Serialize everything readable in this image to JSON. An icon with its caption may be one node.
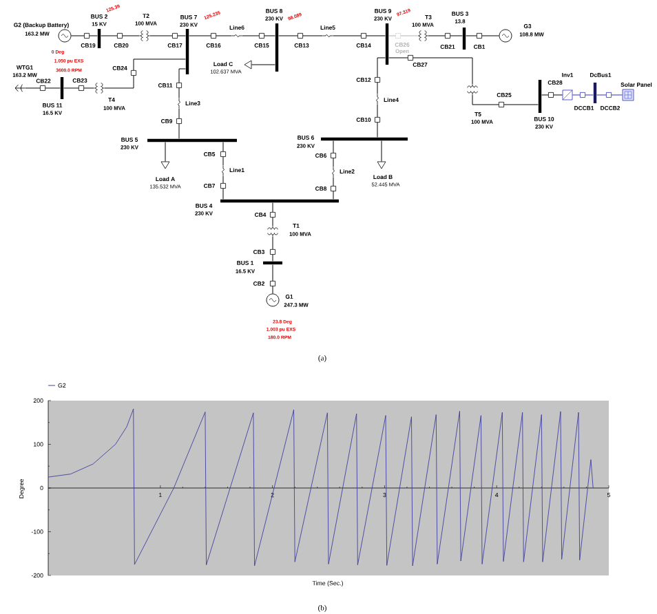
{
  "diagram": {
    "nodes": [
      {
        "text": [
          "G2 (Backup Battery)",
          "163.2 MW"
        ]
      },
      {
        "text": [
          "CB19"
        ]
      },
      {
        "text": [
          "BUS 2",
          "15 KV"
        ]
      },
      {
        "text": [
          "CB20"
        ]
      },
      {
        "text": [
          "T2",
          "100 MVA"
        ]
      },
      {
        "text": [
          "CB17"
        ]
      },
      {
        "text": [
          "BUS 7",
          "230 KV"
        ]
      },
      {
        "text": [
          "CB16"
        ]
      },
      {
        "text": [
          "Line6"
        ]
      },
      {
        "text": [
          "CB15"
        ]
      },
      {
        "text": [
          "BUS 8",
          "230 KV"
        ]
      },
      {
        "text": [
          "Load C",
          "102.637 MVA"
        ]
      },
      {
        "text": [
          "CB13"
        ]
      },
      {
        "text": [
          "Line5"
        ]
      },
      {
        "text": [
          "CB14"
        ]
      },
      {
        "text": [
          "BUS 9",
          "230 KV"
        ]
      },
      {
        "text": [
          "CB26",
          "Open"
        ]
      },
      {
        "text": [
          "T3",
          "100 MVA"
        ]
      },
      {
        "text": [
          "CB21"
        ]
      },
      {
        "text": [
          "BUS 3",
          "13.8"
        ]
      },
      {
        "text": [
          "CB1"
        ]
      },
      {
        "text": [
          "G3",
          "108.8 MW"
        ]
      },
      {
        "text": [
          "CB27"
        ]
      },
      {
        "text": [
          "T5",
          "100 MVA"
        ]
      },
      {
        "text": [
          "CB25"
        ]
      },
      {
        "text": [
          "BUS 10",
          "230 KV"
        ]
      },
      {
        "text": [
          "CB28"
        ]
      },
      {
        "text": [
          "Inv1"
        ]
      },
      {
        "text": [
          "DCCB1"
        ]
      },
      {
        "text": [
          "DcBus1"
        ]
      },
      {
        "text": [
          "DCCB2"
        ]
      },
      {
        "text": [
          "Solar Panel"
        ]
      },
      {
        "text": [
          "WTG1",
          "163.2 MW"
        ]
      },
      {
        "text": [
          "CB22"
        ]
      },
      {
        "text": [
          "BUS 11",
          "16.5 KV"
        ]
      },
      {
        "text": [
          "CB23"
        ]
      },
      {
        "text": [
          "T4",
          "100 MVA"
        ]
      },
      {
        "text": [
          "CB24"
        ]
      },
      {
        "text": [
          "CB11"
        ]
      },
      {
        "text": [
          "Line3"
        ]
      },
      {
        "text": [
          "CB9"
        ]
      },
      {
        "text": [
          "BUS 5",
          "230 KV"
        ]
      },
      {
        "text": [
          "Load A",
          "135.532 MVA"
        ]
      },
      {
        "text": [
          "CB5"
        ]
      },
      {
        "text": [
          "Line1"
        ]
      },
      {
        "text": [
          "CB7"
        ]
      },
      {
        "text": [
          "BUS 4",
          "230 KV"
        ]
      },
      {
        "text": [
          "CB4"
        ]
      },
      {
        "text": [
          "T1",
          "100 MVA"
        ]
      },
      {
        "text": [
          "CB3"
        ]
      },
      {
        "text": [
          "BUS 1",
          "16.5 KV"
        ]
      },
      {
        "text": [
          "CB2"
        ]
      },
      {
        "text": [
          "G1",
          "247.3 MW"
        ]
      },
      {
        "text": [
          "CB12"
        ]
      },
      {
        "text": [
          "Line4"
        ]
      },
      {
        "text": [
          "CB10"
        ]
      },
      {
        "text": [
          "BUS 6",
          "230 KV"
        ]
      },
      {
        "text": [
          "Load B",
          "52.445 MVA"
        ]
      },
      {
        "text": [
          "CB6"
        ]
      },
      {
        "text": [
          "Line2"
        ]
      },
      {
        "text": [
          "CB8"
        ]
      }
    ],
    "edges": [
      {
        "from": 0,
        "to": 1,
        "arrow": "none"
      },
      {
        "from": 1,
        "to": 2,
        "arrow": "none"
      },
      {
        "from": 2,
        "to": 3,
        "arrow": "none"
      },
      {
        "from": 3,
        "to": 4,
        "arrow": "none"
      },
      {
        "from": 4,
        "to": 5,
        "arrow": "none"
      },
      {
        "from": 5,
        "to": 6,
        "arrow": "none"
      },
      {
        "from": 6,
        "to": 7,
        "arrow": "none"
      },
      {
        "from": 7,
        "to": 8,
        "arrow": "none"
      },
      {
        "from": 8,
        "to": 9,
        "arrow": "none"
      },
      {
        "from": 9,
        "to": 10,
        "arrow": "none"
      },
      {
        "from": 10,
        "to": 11,
        "arrow": "none"
      },
      {
        "from": 10,
        "to": 12,
        "arrow": "none"
      },
      {
        "from": 12,
        "to": 13,
        "arrow": "none"
      },
      {
        "from": 13,
        "to": 14,
        "arrow": "none"
      },
      {
        "from": 14,
        "to": 15,
        "arrow": "none"
      },
      {
        "from": 15,
        "to": 16,
        "arrow": "none",
        "color": "#b4b4b4"
      },
      {
        "from": 16,
        "to": 17,
        "arrow": "none",
        "color": "#b4b4b4"
      },
      {
        "from": 17,
        "to": 18,
        "arrow": "none"
      },
      {
        "from": 18,
        "to": 19,
        "arrow": "none"
      },
      {
        "from": 19,
        "to": 20,
        "arrow": "none"
      },
      {
        "from": 20,
        "to": 21,
        "arrow": "none"
      },
      {
        "from": 15,
        "to": 22,
        "arrow": "none"
      },
      {
        "from": 22,
        "to": 23,
        "arrow": "none"
      },
      {
        "from": 23,
        "to": 24,
        "arrow": "none"
      },
      {
        "from": 24,
        "to": 25,
        "arrow": "none"
      },
      {
        "from": 25,
        "to": 26,
        "arrow": "none"
      },
      {
        "from": 26,
        "to": 27,
        "arrow": "none"
      },
      {
        "from": 27,
        "to": 28,
        "arrow": "none",
        "color": "#3030c0"
      },
      {
        "from": 28,
        "to": 29,
        "arrow": "none",
        "color": "#3030c0"
      },
      {
        "from": 29,
        "to": 30,
        "arrow": "none",
        "color": "#3030c0"
      },
      {
        "from": 30,
        "to": 31,
        "arrow": "none",
        "color": "#3030c0"
      },
      {
        "from": 32,
        "to": 33,
        "arrow": "none"
      },
      {
        "from": 33,
        "to": 34,
        "arrow": "none"
      },
      {
        "from": 34,
        "to": 35,
        "arrow": "none"
      },
      {
        "from": 35,
        "to": 36,
        "arrow": "none"
      },
      {
        "from": 36,
        "to": 37,
        "arrow": "none"
      },
      {
        "from": 37,
        "to": 6,
        "arrow": "none"
      },
      {
        "from": 6,
        "to": 38,
        "arrow": "none"
      },
      {
        "from": 38,
        "to": 39,
        "arrow": "none"
      },
      {
        "from": 39,
        "to": 40,
        "arrow": "none"
      },
      {
        "from": 40,
        "to": 41,
        "arrow": "none"
      },
      {
        "from": 41,
        "to": 42,
        "arrow": "none"
      },
      {
        "from": 41,
        "to": 43,
        "arrow": "none"
      },
      {
        "from": 43,
        "to": 44,
        "arrow": "none"
      },
      {
        "from": 44,
        "to": 45,
        "arrow": "none"
      },
      {
        "from": 45,
        "to": 46,
        "arrow": "none"
      },
      {
        "from": 46,
        "to": 47,
        "arrow": "none"
      },
      {
        "from": 47,
        "to": 48,
        "arrow": "none"
      },
      {
        "from": 48,
        "to": 49,
        "arrow": "none"
      },
      {
        "from": 49,
        "to": 50,
        "arrow": "none"
      },
      {
        "from": 50,
        "to": 51,
        "arrow": "none"
      },
      {
        "from": 51,
        "to": 52,
        "arrow": "none"
      },
      {
        "from": 15,
        "to": 53,
        "arrow": "none"
      },
      {
        "from": 53,
        "to": 54,
        "arrow": "none"
      },
      {
        "from": 54,
        "to": 55,
        "arrow": "none"
      },
      {
        "from": 55,
        "to": 56,
        "arrow": "none"
      },
      {
        "from": 56,
        "to": 57,
        "arrow": "none"
      },
      {
        "from": 56,
        "to": 58,
        "arrow": "none"
      },
      {
        "from": 58,
        "to": 59,
        "arrow": "none"
      },
      {
        "from": 59,
        "to": 60,
        "arrow": "none"
      },
      {
        "from": 60,
        "to": 46,
        "arrow": "none"
      }
    ],
    "labels": [
      "125.39",
      "125.235",
      "98.089",
      "97.319",
      "0 Deg",
      "1.050 pu EXS",
      "3600.0 RPM",
      "23.8 Deg",
      "1.003 pu EXS",
      "180.0 RPM",
      "(a)",
      "(b)"
    ],
    "chart_data": {
      "type": "line",
      "xlabel": "Time (Sec.)",
      "ylabel": "Degree",
      "x": [
        0,
        0.2,
        0.4,
        0.6,
        0.7,
        0.76,
        0.77,
        1.12,
        1.4,
        1.41,
        1.83,
        1.84,
        2.19,
        2.2,
        2.49,
        2.5,
        2.75,
        2.76,
        3.01,
        3.02,
        3.24,
        3.25,
        3.46,
        3.47,
        3.67,
        3.68,
        3.86,
        3.87,
        4.05,
        4.06,
        4.23,
        4.24,
        4.4,
        4.41,
        4.57,
        4.58,
        4.73,
        4.74,
        4.84,
        4.86
      ],
      "series": [
        {
          "name": "G2",
          "color": "#3f3fa0",
          "values": [
            25,
            32,
            55,
            100,
            140,
            181,
            -175,
            0,
            174,
            -176,
            172,
            -178,
            179,
            -169,
            172,
            -174,
            170,
            -176,
            166,
            -177,
            163,
            -178,
            168,
            -174,
            176,
            -167,
            166,
            -174,
            173,
            -168,
            173,
            -169,
            168,
            -169,
            175,
            -163,
            173,
            -165,
            65,
            0
          ]
        }
      ],
      "xlim": [
        0,
        5
      ],
      "ylim": [
        -200,
        200
      ],
      "xticks": [
        1,
        2,
        3,
        4,
        5
      ],
      "yticks": [
        -200,
        -100,
        0,
        100,
        200
      ]
    }
  }
}
